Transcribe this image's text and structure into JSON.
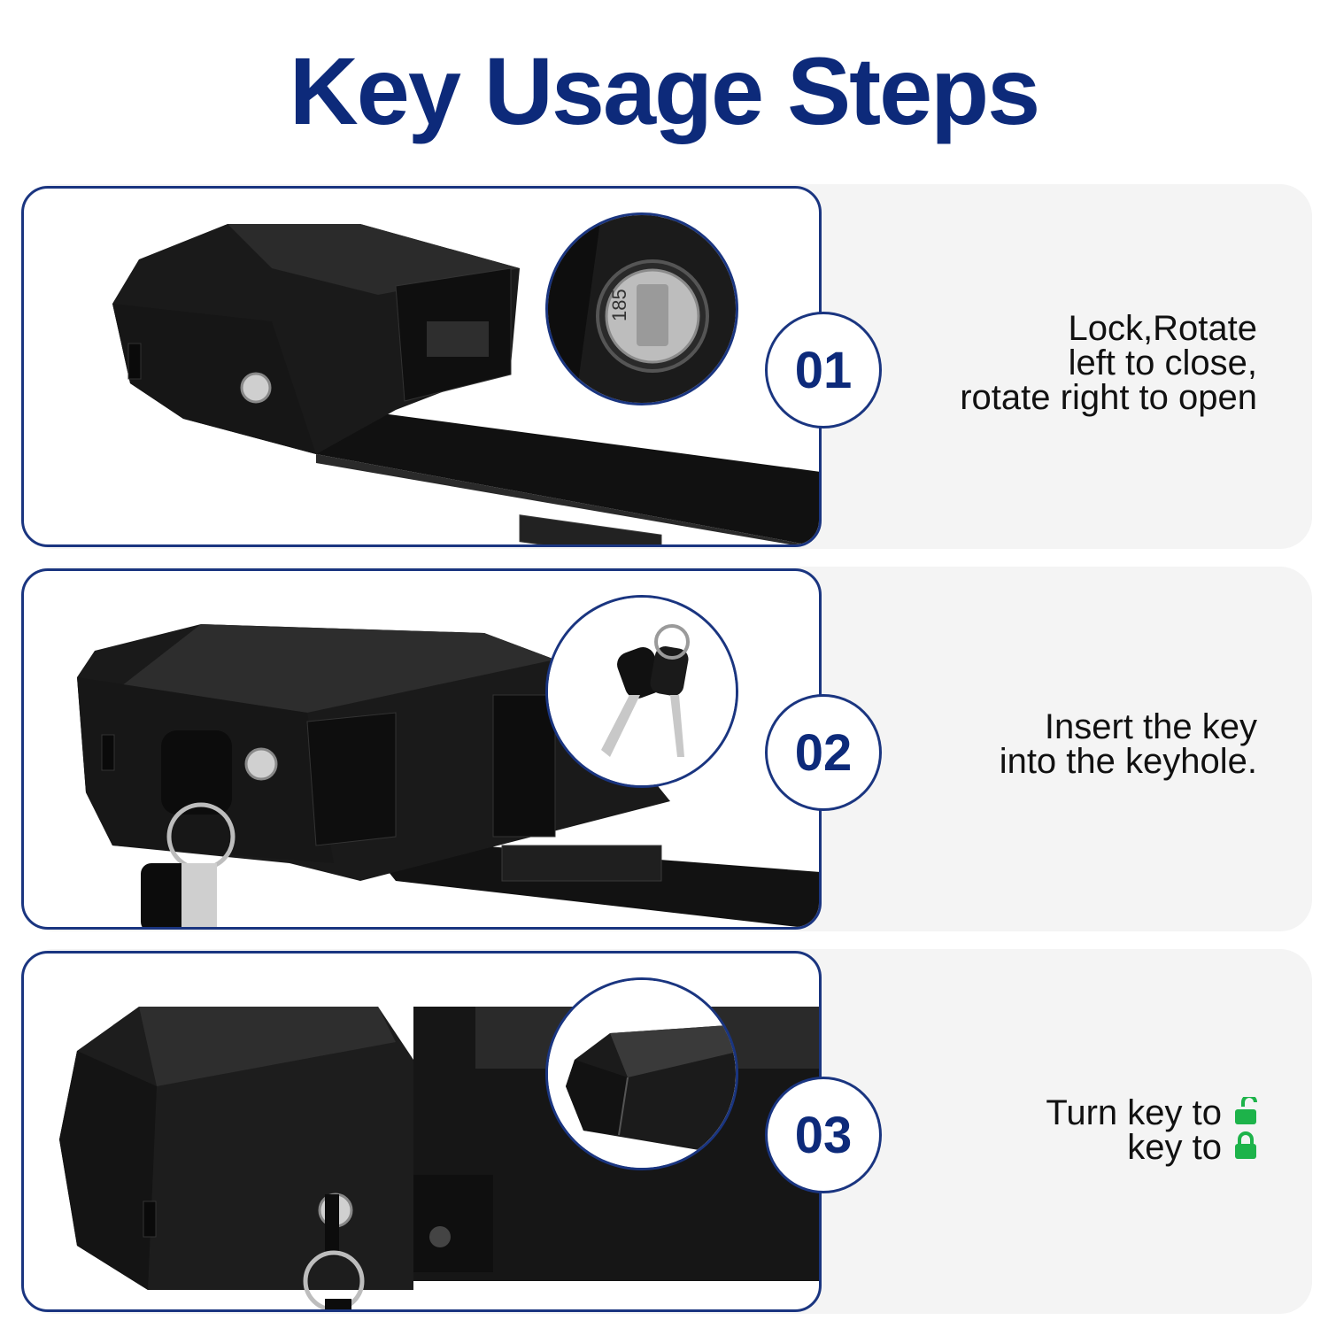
{
  "title": "Key Usage Steps",
  "colors": {
    "accent": "#1a3580",
    "title": "#0d2a7a",
    "lock_green": "#1db34a",
    "panel_bg": "#f4f4f4"
  },
  "steps": [
    {
      "number": "01",
      "lines": [
        "Lock,Rotate",
        "left to close,",
        "rotate right to open"
      ],
      "keyhole_label": "185"
    },
    {
      "number": "02",
      "lines": [
        "Insert the key",
        "into the keyhole."
      ]
    },
    {
      "number": "03",
      "lines": [
        "Turn key to",
        "key to"
      ],
      "icons": [
        "unlocked-padlock-icon",
        "locked-padlock-icon"
      ]
    }
  ]
}
